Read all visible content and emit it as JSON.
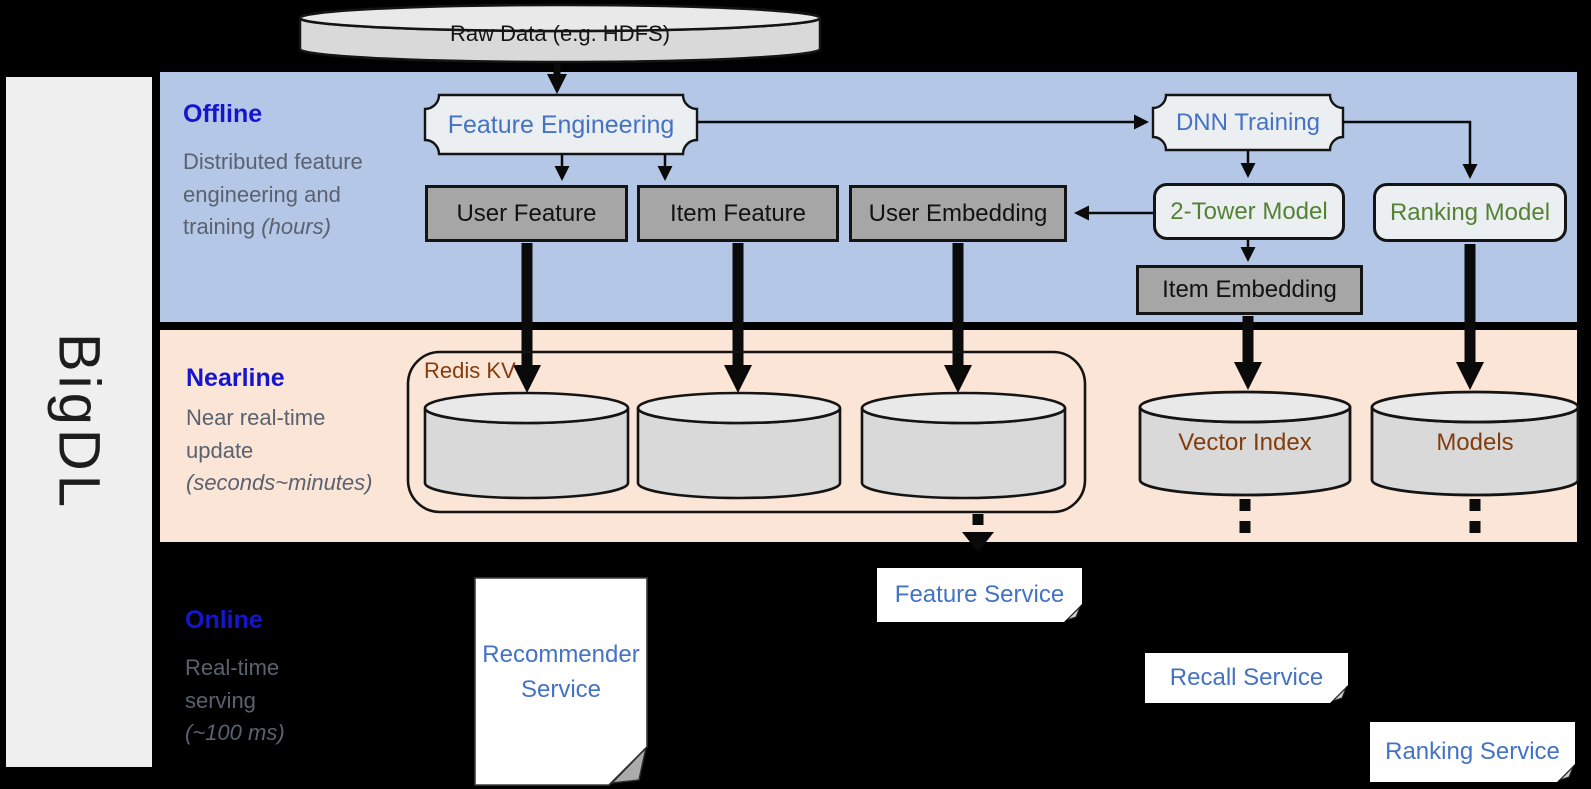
{
  "sidebar": {
    "label": "BigDL"
  },
  "bands": {
    "offline": {
      "title": "Offline",
      "desc": "Distributed feature engineering and training",
      "note": " (hours)"
    },
    "nearline": {
      "title": "Nearline",
      "desc": "Near real-time update",
      "note": " (seconds~minutes)"
    },
    "online": {
      "title": "Online",
      "desc": "Real-time serving",
      "note": " (~100 ms)"
    }
  },
  "nodes": {
    "raw_data": "Raw Data (e.g. HDFS)",
    "feature_engineering": "Feature Engineering",
    "dnn_training": "DNN Training",
    "user_feature": "User Feature",
    "item_feature": "Item Feature",
    "user_embedding": "User Embedding",
    "two_tower_model": "2-Tower Model",
    "ranking_model": "Ranking Model",
    "item_embedding": "Item Embedding",
    "redis_kv": "Redis KV",
    "vector_index": "Vector Index",
    "models": "Models",
    "recommender_service": "Recommender Service",
    "feature_service": "Feature Service",
    "recall_service": "Recall Service",
    "ranking_service": "Ranking Service"
  },
  "colors": {
    "background": "#000000",
    "offline_band": "#b4c7e7",
    "nearline_band": "#fbe5d6",
    "sidebar": "#efefef",
    "band_title_blue": "#1515d0",
    "band_desc_gray": "#5a6270",
    "node_text_blue": "#4472c4",
    "node_text_green": "#548235",
    "node_text_brown": "#843c0c",
    "gray_box": "#a6a6a6",
    "cylinder_fill": "#d9d9d9"
  }
}
